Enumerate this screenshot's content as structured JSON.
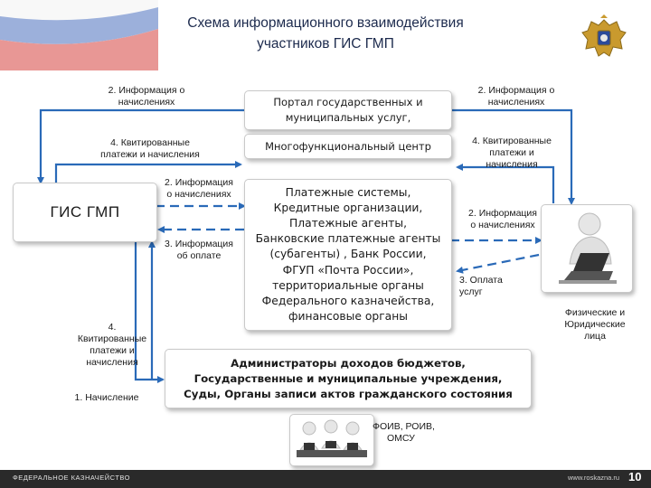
{
  "header": {
    "title_line1": "Схема информационного взаимодействия",
    "title_line2": "участников ГИС ГМП"
  },
  "nodes": {
    "gis": "ГИС ГМП",
    "portal_line1": "Портал государственных и",
    "portal_line2": "муниципальных услуг,",
    "mfc": "Многофункциональный центр",
    "payment_lines": [
      "Платежные системы,",
      "Кредитные организации,",
      "Платежные агенты,",
      "Банковские платежные агенты",
      "(субагенты) , Банк России,",
      "ФГУП «Почта России»,",
      "территориальные органы",
      "Федерального казначейства,",
      "финансовые органы"
    ],
    "admin_lines": [
      "Администраторы доходов бюджетов,",
      "Государственные и муниципальные учреждения,",
      "Суды, Органы записи актов гражданского состояния"
    ],
    "persons_label_lines": [
      "Физические и",
      "Юридические",
      "лица"
    ],
    "foiv_label_lines": [
      "ФОИВ, РОИВ,",
      "ОМСУ"
    ]
  },
  "labels": {
    "l_info_top_left": [
      "2. Информация о",
      "начислениях"
    ],
    "l_kvit_left": [
      "4. Квитированные",
      "платежи и начисления"
    ],
    "l_info_mid": [
      "2. Информация",
      "о начислениях"
    ],
    "l_pay_info": [
      "3. Информация",
      "об оплате"
    ],
    "l_kvit_bottom_left": [
      "4.",
      "Квитированные",
      "платежи и",
      "начисления"
    ],
    "l_accrual": "1. Начисление",
    "l_info_top_right": [
      "2. Информация о",
      "начислениях"
    ],
    "l_kvit_right": [
      "4. Квитированные",
      "платежи и",
      "начисления"
    ],
    "l_info_right": [
      "2. Информация",
      "о начислениях"
    ],
    "l_payment_services": [
      "3. Оплата",
      "услуг"
    ]
  },
  "footer": {
    "left": "ФЕДЕРАЛЬНОЕ КАЗНАЧЕЙСТВО",
    "right": "www.roskazna.ru",
    "page": "10"
  },
  "colors": {
    "arrow": "#2a6ab8",
    "title": "#1c2a4d",
    "flag_white": "#ffffff",
    "flag_blue": "#3b63b8",
    "flag_red": "#d2322d"
  }
}
